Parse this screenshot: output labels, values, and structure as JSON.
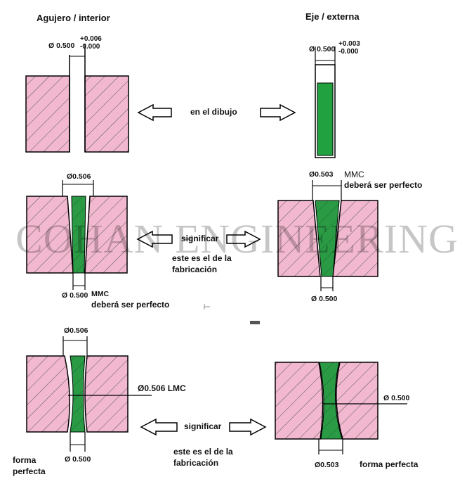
{
  "titles": {
    "hole": "Agujero / interior",
    "shaft": "Eje / externa"
  },
  "row1": {
    "hole_dim": "Ø 0.500",
    "hole_tol_upper": "+0.006",
    "hole_tol_lower": "-0.000",
    "shaft_dim": "Ø 0.500",
    "shaft_tol_upper": "+0.003",
    "shaft_tol_lower": "-0.000",
    "center_label": "en el dibujo"
  },
  "row2": {
    "hole_top_dim": "Ø0.506",
    "hole_bottom_dim": "Ø 0.500",
    "hole_mmc": "MMC",
    "hole_mmc_note": "deberá ser perfecto",
    "center_label": "significar",
    "center_note_1": "este es el de la",
    "center_note_2": "fabricación",
    "shaft_top_dim": "Ø0.503",
    "shaft_mmc": "MMC",
    "shaft_mmc_note": "deberá ser perfecto",
    "shaft_bottom_dim": "Ø 0.500"
  },
  "row3": {
    "hole_top_dim": "Ø0.506",
    "hole_lmc": "Ø0.506 LMC",
    "hole_bottom_dim": "Ø 0.500",
    "hole_form_1": "forma",
    "hole_form_2": "perfecta",
    "center_label": "significar",
    "center_note_1": "este es el de la",
    "center_note_2": "fabricación",
    "shaft_side_dim": "Ø 0.500",
    "shaft_bottom_dim": "Ø0.503",
    "shaft_form": "forma perfecta"
  },
  "watermark": "COHAN ENGINEERING",
  "colors": {
    "part_fill": "#f2b8cf",
    "hatch": "#444444",
    "green": "#1f9e3c",
    "outline": "#000000"
  }
}
